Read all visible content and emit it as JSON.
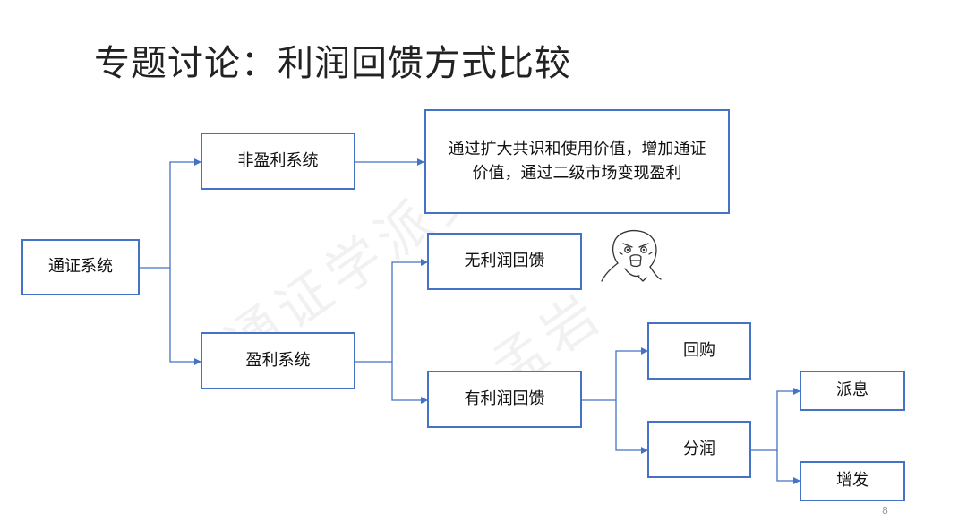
{
  "title": "专题讨论：利润回馈方式比较",
  "watermark": {
    "line1": "通证学派交流",
    "line2": "孟岩"
  },
  "page_number": "8",
  "colors": {
    "border": "#4472c4",
    "connector": "#4472c4",
    "text": "#111111",
    "title": "#222222"
  },
  "nodes": {
    "root": "通证系统",
    "non_profit": "非盈利系统",
    "non_profit_desc": "通过扩大共识和使用价值，增加通证价值，通过二级市场变现盈利",
    "profit": "盈利系统",
    "no_return": "无利润回馈",
    "with_return": "有利润回馈",
    "buyback": "回购",
    "profit_share": "分润",
    "dividend": "派息",
    "issuance": "增发"
  },
  "decorations": {
    "rage_face": "rage-face-icon"
  }
}
